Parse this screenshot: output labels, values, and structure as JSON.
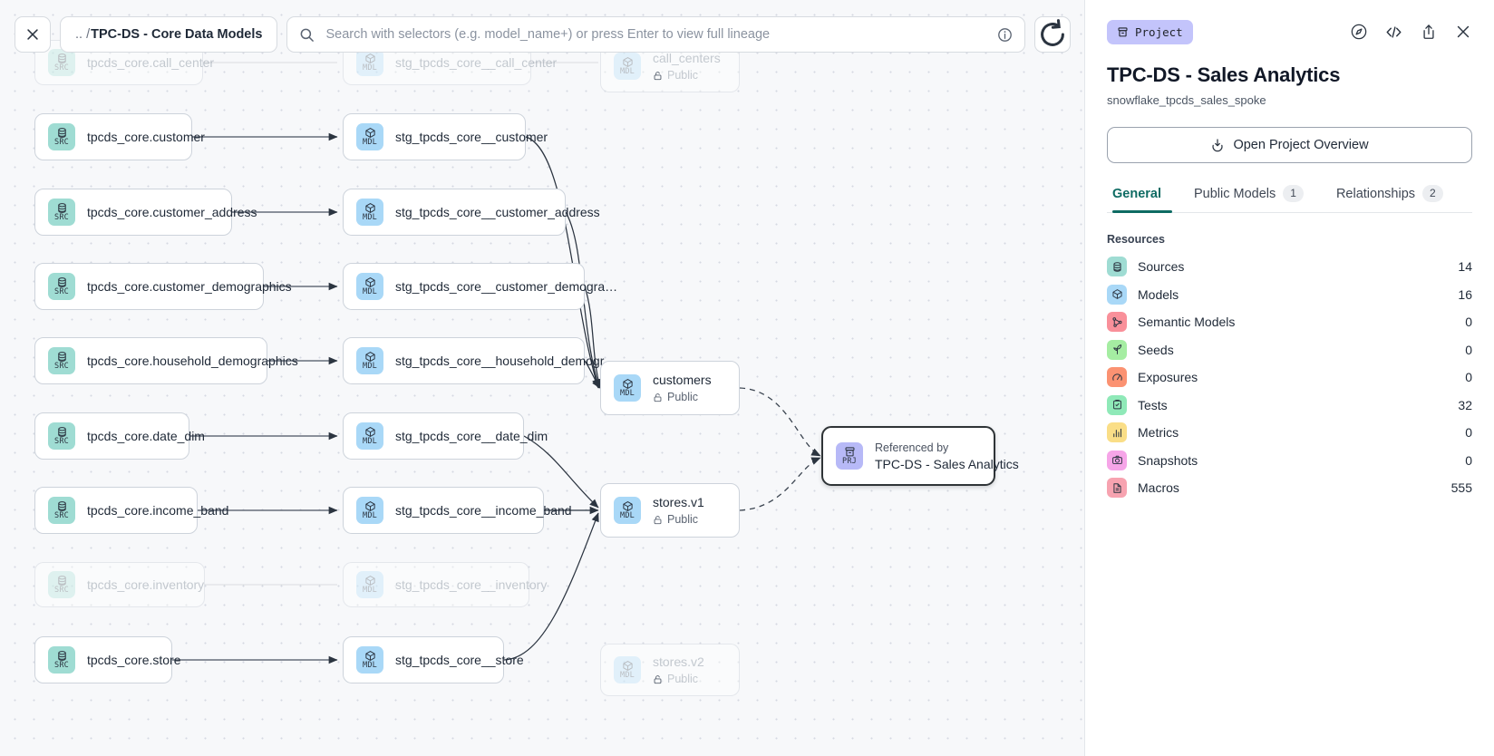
{
  "toolbar": {
    "close_label": "close-icon",
    "breadcrumb_prefix": ".. /",
    "breadcrumb_label": "TPC-DS - Core Data Models",
    "search_placeholder": "Search with selectors (e.g. model_name+) or press Enter to view full lineage",
    "search_value": "",
    "info_label": "info-icon",
    "refresh_label": "refresh-icon"
  },
  "graph": {
    "nodes": [
      {
        "id": "src_call_center",
        "kind": "SRC",
        "title": "tpcds_core.call_center",
        "faded": true
      },
      {
        "id": "src_customer",
        "kind": "SRC",
        "title": "tpcds_core.customer",
        "faded": false
      },
      {
        "id": "src_customer_addr",
        "kind": "SRC",
        "title": "tpcds_core.customer_address",
        "faded": false
      },
      {
        "id": "src_customer_demo",
        "kind": "SRC",
        "title": "tpcds_core.customer_demographics",
        "faded": false
      },
      {
        "id": "src_household",
        "kind": "SRC",
        "title": "tpcds_core.household_demographics",
        "faded": false
      },
      {
        "id": "src_date_dim",
        "kind": "SRC",
        "title": "tpcds_core.date_dim",
        "faded": false
      },
      {
        "id": "src_income_band",
        "kind": "SRC",
        "title": "tpcds_core.income_band",
        "faded": false
      },
      {
        "id": "src_inventory",
        "kind": "SRC",
        "title": "tpcds_core.inventory",
        "faded": true
      },
      {
        "id": "src_store",
        "kind": "SRC",
        "title": "tpcds_core.store",
        "faded": false
      },
      {
        "id": "mdl_call_center",
        "kind": "MDL",
        "title": "stg_tpcds_core__call_center",
        "faded": true
      },
      {
        "id": "mdl_customer",
        "kind": "MDL",
        "title": "stg_tpcds_core__customer",
        "faded": false
      },
      {
        "id": "mdl_customer_addr",
        "kind": "MDL",
        "title": "stg_tpcds_core__customer_address",
        "faded": false
      },
      {
        "id": "mdl_customer_demo",
        "kind": "MDL",
        "title": "stg_tpcds_core__customer_demogra…",
        "faded": false
      },
      {
        "id": "mdl_household",
        "kind": "MDL",
        "title": "stg_tpcds_core__household_demogr…",
        "faded": false
      },
      {
        "id": "mdl_date_dim",
        "kind": "MDL",
        "title": "stg_tpcds_core__date_dim",
        "faded": false
      },
      {
        "id": "mdl_income_band",
        "kind": "MDL",
        "title": "stg_tpcds_core__income_band",
        "faded": false
      },
      {
        "id": "mdl_inventory",
        "kind": "MDL",
        "title": "stg_tpcds_core__inventory",
        "faded": true
      },
      {
        "id": "mdl_store",
        "kind": "MDL",
        "title": "stg_tpcds_core__store",
        "faded": false
      },
      {
        "id": "out_call_centers",
        "kind": "MDL",
        "title": "call_centers",
        "access": "Public",
        "faded": true
      },
      {
        "id": "out_customers",
        "kind": "MDL",
        "title": "customers",
        "access": "Public",
        "faded": false
      },
      {
        "id": "out_stores_v1",
        "kind": "MDL",
        "title": "stores.v1",
        "access": "Public",
        "faded": false
      },
      {
        "id": "out_stores_v2",
        "kind": "MDL",
        "title": "stores.v2",
        "access": "Public",
        "faded": true
      },
      {
        "id": "prj_ref",
        "kind": "PRJ",
        "pre": "Referenced by",
        "title": "TPC-DS - Sales Analytics",
        "selected": true,
        "faded": false
      }
    ]
  },
  "panel": {
    "project_pill": "Project",
    "title": "TPC-DS - Sales Analytics",
    "subtitle": "snowflake_tpcds_sales_spoke",
    "overview_button": "Open Project Overview",
    "icons": {
      "explore": "compass-icon",
      "code": "code-icon",
      "share": "share-icon",
      "close": "close-icon"
    },
    "tabs": [
      {
        "label": "General",
        "count": "",
        "active": true
      },
      {
        "label": "Public Models",
        "count": "1",
        "active": false
      },
      {
        "label": "Relationships",
        "count": "2",
        "active": false
      }
    ],
    "resources_label": "Resources",
    "resources": [
      {
        "name": "Sources",
        "value": "14",
        "icon": "database-icon",
        "color": "#9fdcd3"
      },
      {
        "name": "Models",
        "value": "16",
        "icon": "cube-icon",
        "color": "#a9d8f7"
      },
      {
        "name": "Semantic Models",
        "value": "0",
        "icon": "graph-icon",
        "color": "#f9909a"
      },
      {
        "name": "Seeds",
        "value": "0",
        "icon": "seed-icon",
        "color": "#a5eda2"
      },
      {
        "name": "Exposures",
        "value": "0",
        "icon": "gauge-icon",
        "color": "#fb9272"
      },
      {
        "name": "Tests",
        "value": "32",
        "icon": "clipboard-icon",
        "color": "#8fe9b8"
      },
      {
        "name": "Metrics",
        "value": "0",
        "icon": "bar-chart-icon",
        "color": "#fade87"
      },
      {
        "name": "Snapshots",
        "value": "0",
        "icon": "camera-icon",
        "color": "#f6a5e8"
      },
      {
        "name": "Macros",
        "value": "555",
        "icon": "document-icon",
        "color": "#f7a3b0"
      }
    ]
  }
}
